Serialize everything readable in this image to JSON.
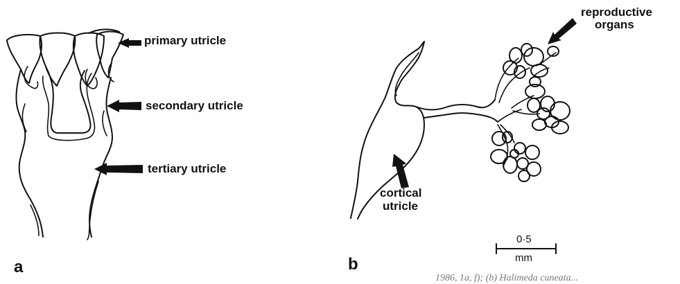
{
  "panel_a": {
    "letter": "a",
    "labels": {
      "primary": "primary utricle",
      "secondary": "secondary utricle",
      "tertiary": "tertiary utricle"
    }
  },
  "panel_b": {
    "letter": "b",
    "labels": {
      "reproductive_line1": "reproductive",
      "reproductive_line2": "organs",
      "cortical_line1": "cortical",
      "cortical_line2": "utricle"
    },
    "scale_bar": {
      "value": "0·5",
      "unit": "mm"
    }
  },
  "caption_fragment": "1986, 1a, f); (b) Halimeda cuneata..."
}
